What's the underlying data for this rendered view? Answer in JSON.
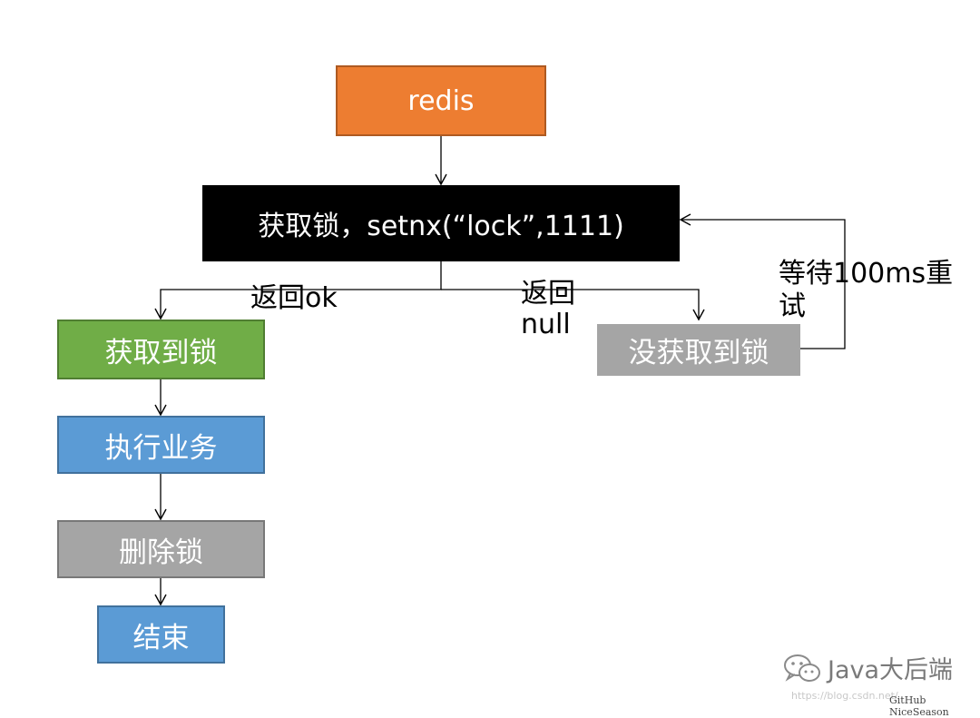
{
  "diagram": {
    "nodes": {
      "redis": "redis",
      "acquire_lock": "获取锁，setnx(“lock”,1111)",
      "lock_acquired": "获取到锁",
      "execute_business": "执行业务",
      "delete_lock": "删除锁",
      "end": "结束",
      "lock_failed": "没获取到锁"
    },
    "edge_labels": {
      "return_ok": "返回ok",
      "return_null_line1": "返回",
      "return_null_line2": "null",
      "wait_retry": "等待100ms重试"
    },
    "colors": {
      "redis": "#ED7D31",
      "acquire_lock": "#000000",
      "lock_acquired": "#70AD47",
      "execute_business": "#5B9BD5",
      "delete_lock": "#A5A5A5",
      "end": "#5B9BD5",
      "lock_failed": "#A5A5A5"
    }
  },
  "watermark": {
    "icon": "wechat-icon",
    "text": "Java大后端",
    "url": "https://blog.csdn.net/",
    "credit": "GitHub NiceSeason"
  }
}
